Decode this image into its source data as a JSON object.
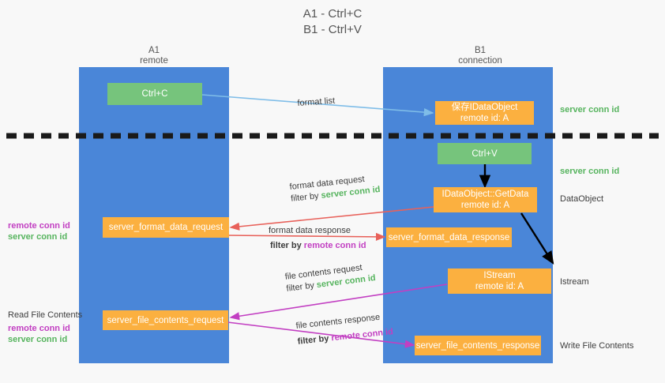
{
  "title": {
    "line1": "A1 - Ctrl+C",
    "line2": "B1 - Ctrl+V"
  },
  "lanes": [
    {
      "id": "a1",
      "name": "A1",
      "role": "remote"
    },
    {
      "id": "b1",
      "name": "B1",
      "role": "connection"
    }
  ],
  "colors": {
    "lane": "#4a86d8",
    "green_box": "#76c47c",
    "orange_box": "#fbb040",
    "server_conn_id": "#56b45e",
    "remote_conn_id": "#c23fc2",
    "arrow_blue": "#7fbde8",
    "arrow_red": "#e8615a",
    "arrow_magenta": "#c23fc2",
    "arrow_black": "#000000",
    "divider": "#1a1a1a",
    "background": "#f8f8f8"
  },
  "boxes": {
    "ctrl_c": {
      "line1": "Ctrl+C",
      "line2": ""
    },
    "save_idataobject": {
      "line1": "保存IDataObject",
      "line2": "remote id: A"
    },
    "ctrl_v": {
      "line1": "Ctrl+V",
      "line2": ""
    },
    "getdata": {
      "line1": "IDataObject::GetData",
      "line2": "remote id: A"
    },
    "server_format_data_request": {
      "line1": "server_format_data_request",
      "line2": ""
    },
    "server_format_data_response": {
      "line1": "server_format_data_response",
      "line2": ""
    },
    "istream": {
      "line1": "IStream",
      "line2": "remote id: A"
    },
    "server_file_contents_request": {
      "line1": "server_file_contents_request",
      "line2": ""
    },
    "server_file_contents_response": {
      "line1": "server_file_contents_response",
      "line2": ""
    }
  },
  "arrow_labels": {
    "format_list": "format list",
    "format_data_request": "format data request",
    "format_data_request_filter_prefix": "filter by ",
    "format_data_request_filter_value": "server conn id",
    "format_data_response": "format data response",
    "format_data_response_filter_prefix": "filter by ",
    "format_data_response_filter_value": "remote conn id",
    "file_contents_request": "file contents request",
    "file_contents_request_filter_prefix": "filter by ",
    "file_contents_request_filter_value": "server conn id",
    "file_contents_response": "file contents response",
    "file_contents_response_filter_prefix": "filter by ",
    "file_contents_response_filter_value": "remote conn id"
  },
  "right_annotations": [
    {
      "id": "server-conn-id-top",
      "text": "server conn id",
      "kind": "server"
    },
    {
      "id": "server-conn-id-mid",
      "text": "server conn id",
      "kind": "server"
    },
    {
      "id": "dataobject",
      "text": "DataObject",
      "kind": "plain"
    },
    {
      "id": "istream",
      "text": "Istream",
      "kind": "plain"
    },
    {
      "id": "write-file-contents",
      "text": "Write File Contents",
      "kind": "plain"
    }
  ],
  "left_annotations": {
    "group1": {
      "remote": "remote conn id",
      "server": "server conn id"
    },
    "group2": {
      "heading": "Read File Contents",
      "remote": "remote conn id",
      "server": "server conn id"
    }
  }
}
